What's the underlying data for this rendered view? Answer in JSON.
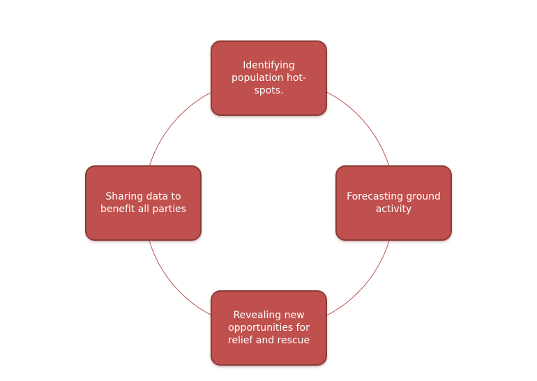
{
  "colors": {
    "node_fill": "#c0504d",
    "node_border": "#8c3a39",
    "ring": "#c0504d",
    "text": "#ffffff"
  },
  "diagram": {
    "type": "cycle",
    "nodes": [
      {
        "id": "top",
        "label": "Identifying population hot-spots."
      },
      {
        "id": "right",
        "label": "Forecasting ground activity"
      },
      {
        "id": "bottom",
        "label": "Revealing new opportunities for relief and rescue"
      },
      {
        "id": "left",
        "label": "Sharing data to benefit all parties"
      }
    ]
  }
}
